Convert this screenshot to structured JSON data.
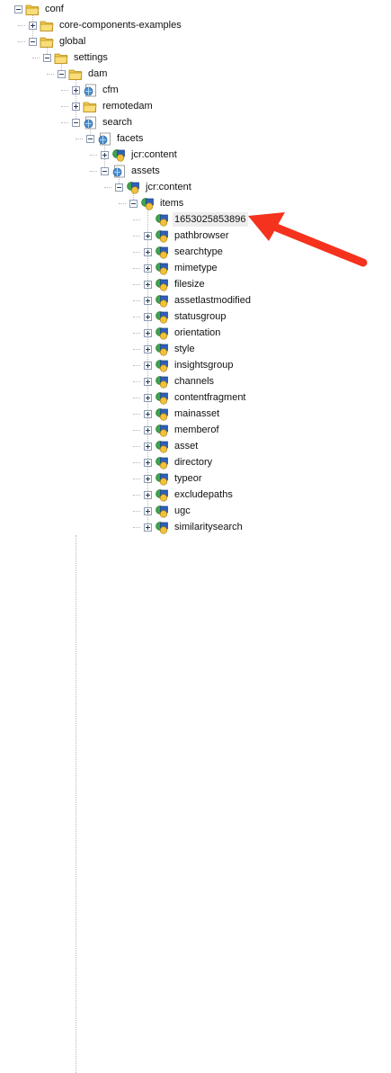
{
  "tree": [
    {
      "label": "conf",
      "icon": "folder-icon",
      "depth": 0,
      "state": "open"
    },
    {
      "label": "core-components-examples",
      "icon": "folder-icon",
      "depth": 1,
      "state": "closed"
    },
    {
      "label": "global",
      "icon": "folder-icon",
      "depth": 1,
      "state": "open"
    },
    {
      "label": "settings",
      "icon": "folder-icon",
      "depth": 2,
      "state": "open"
    },
    {
      "label": "dam",
      "icon": "folder-icon",
      "depth": 3,
      "state": "open"
    },
    {
      "label": "cfm",
      "icon": "globe-page-icon",
      "depth": 4,
      "state": "closed"
    },
    {
      "label": "remotedam",
      "icon": "folder-icon",
      "depth": 4,
      "state": "closed"
    },
    {
      "label": "search",
      "icon": "globe-page-icon",
      "depth": 4,
      "state": "open"
    },
    {
      "label": "facets",
      "icon": "globe-page-icon",
      "depth": 5,
      "state": "open"
    },
    {
      "label": "jcr:content",
      "icon": "component-node-icon",
      "depth": 6,
      "state": "closed"
    },
    {
      "label": "assets",
      "icon": "globe-page-icon",
      "depth": 6,
      "state": "open"
    },
    {
      "label": "jcr:content",
      "icon": "component-node-icon",
      "depth": 7,
      "state": "open"
    },
    {
      "label": "items",
      "icon": "component-node-icon",
      "depth": 8,
      "state": "open"
    },
    {
      "label": "1653025853896",
      "icon": "component-node-icon",
      "depth": 9,
      "state": "leaf",
      "selected": true
    },
    {
      "label": "pathbrowser",
      "icon": "component-node-icon",
      "depth": 9,
      "state": "closed"
    },
    {
      "label": "searchtype",
      "icon": "component-node-icon",
      "depth": 9,
      "state": "closed"
    },
    {
      "label": "mimetype",
      "icon": "component-node-icon",
      "depth": 9,
      "state": "closed"
    },
    {
      "label": "filesize",
      "icon": "component-node-icon",
      "depth": 9,
      "state": "closed"
    },
    {
      "label": "assetlastmodified",
      "icon": "component-node-icon",
      "depth": 9,
      "state": "closed"
    },
    {
      "label": "statusgroup",
      "icon": "component-node-icon",
      "depth": 9,
      "state": "closed"
    },
    {
      "label": "orientation",
      "icon": "component-node-icon",
      "depth": 9,
      "state": "closed"
    },
    {
      "label": "style",
      "icon": "component-node-icon",
      "depth": 9,
      "state": "closed"
    },
    {
      "label": "insightsgroup",
      "icon": "component-node-icon",
      "depth": 9,
      "state": "closed"
    },
    {
      "label": "channels",
      "icon": "component-node-icon",
      "depth": 9,
      "state": "closed"
    },
    {
      "label": "contentfragment",
      "icon": "component-node-icon",
      "depth": 9,
      "state": "closed"
    },
    {
      "label": "mainasset",
      "icon": "component-node-icon",
      "depth": 9,
      "state": "closed"
    },
    {
      "label": "memberof",
      "icon": "component-node-icon",
      "depth": 9,
      "state": "closed"
    },
    {
      "label": "asset",
      "icon": "component-node-icon",
      "depth": 9,
      "state": "closed"
    },
    {
      "label": "directory",
      "icon": "component-node-icon",
      "depth": 9,
      "state": "closed"
    },
    {
      "label": "typeor",
      "icon": "component-node-icon",
      "depth": 9,
      "state": "closed"
    },
    {
      "label": "excludepaths",
      "icon": "component-node-icon",
      "depth": 9,
      "state": "closed"
    },
    {
      "label": "ugc",
      "icon": "component-node-icon",
      "depth": 9,
      "state": "closed"
    },
    {
      "label": "similaritysearch",
      "icon": "component-node-icon",
      "depth": 9,
      "state": "closed"
    }
  ],
  "annotation": {
    "icon": "red-arrow-icon",
    "color": "#f5321e"
  },
  "colors": {
    "folder": "#f2c94c",
    "node_green": "#3fa34d",
    "node_blue": "#2f5fb8",
    "globe": "#4c8fcf"
  }
}
